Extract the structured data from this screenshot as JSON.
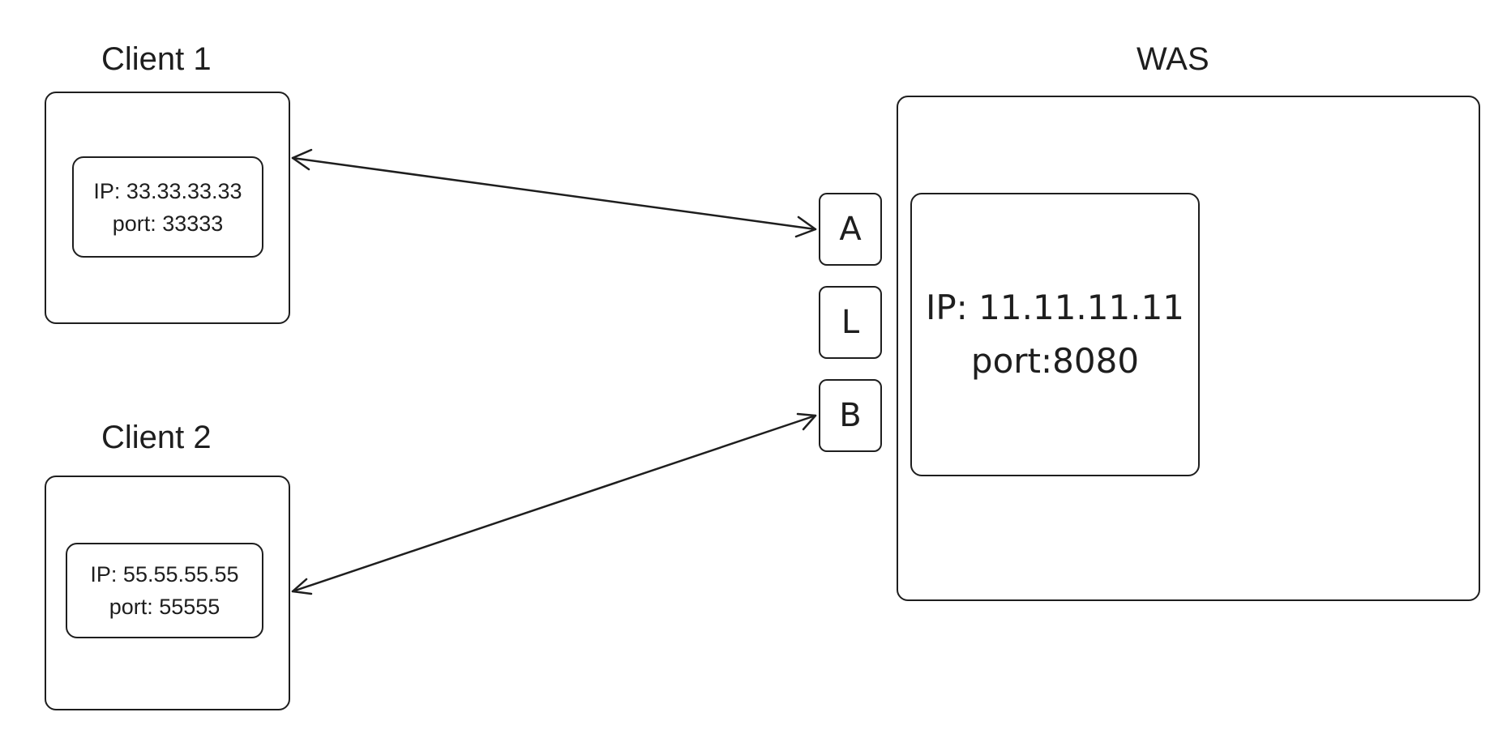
{
  "client1": {
    "title": "Client 1",
    "ip": "IP: 33.33.33.33",
    "port": "port: 33333"
  },
  "client2": {
    "title": "Client 2",
    "ip": "IP: 55.55.55.55",
    "port": "port: 55555"
  },
  "was": {
    "title": "WAS",
    "ip": "IP: 11.11.11.11",
    "port": "port:8080"
  },
  "ports": {
    "a": "A",
    "l": "L",
    "b": "B"
  },
  "colors": {
    "stroke": "#1e1e1e",
    "background": "#ffffff"
  }
}
